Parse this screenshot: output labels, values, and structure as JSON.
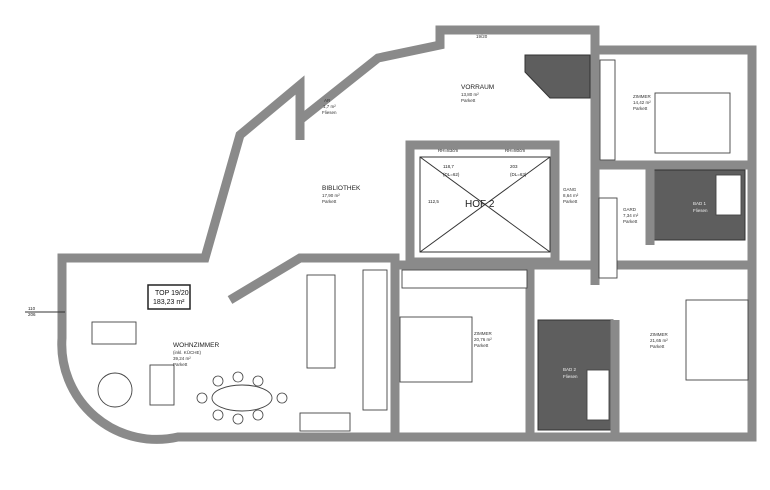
{
  "plan": {
    "unit_tag": "19/20",
    "summary": {
      "title": "TOP 19/20",
      "area": "183,23 m²"
    },
    "rooms": {
      "vorraum": {
        "name": "VORRAUM",
        "area": "13,80 m²",
        "floor": "Parkett"
      },
      "ar": {
        "name": "AR",
        "area": "1,7 m²",
        "floor": "Fliesen"
      },
      "bibliothek": {
        "name": "BIBLIOTHEK",
        "area": "17,90 m²",
        "floor": "Parkett"
      },
      "hof": {
        "name": "HOF 2"
      },
      "gang": {
        "name": "GANG",
        "area": "8,64 m²",
        "floor": "Parkett"
      },
      "zimmer1": {
        "name": "ZIMMER",
        "area": "14,42 m²",
        "floor": "Parkett"
      },
      "gard": {
        "name": "GARD",
        "area": "7,34 m²",
        "floor": "Parkett"
      },
      "bad1": {
        "name": "BAD 1",
        "floor": "Fliesen"
      },
      "wohnzimmer": {
        "name": "WOHNZIMMER",
        "sub": "(inkl. KÜCHE)",
        "area": "39,24 m²",
        "floor": "Parkett"
      },
      "zimmer2": {
        "name": "ZIMMER",
        "area": "20,76 m²",
        "floor": "Parkett"
      },
      "bad2": {
        "name": "BAD 2",
        "floor": "Fliesen"
      },
      "zimmer3": {
        "name": "ZIMMER",
        "area": "21,65 m²",
        "floor": "Parkett"
      }
    },
    "door_labels": {
      "rh83": "RH=83cm",
      "rh80": "RH=80cm",
      "d1": "118,7",
      "d2": "203",
      "dl1": "(DL=62)",
      "dl2": "(DL=63)",
      "d3": "112,5"
    },
    "window_dims": {
      "w": "110",
      "h": "206"
    }
  }
}
